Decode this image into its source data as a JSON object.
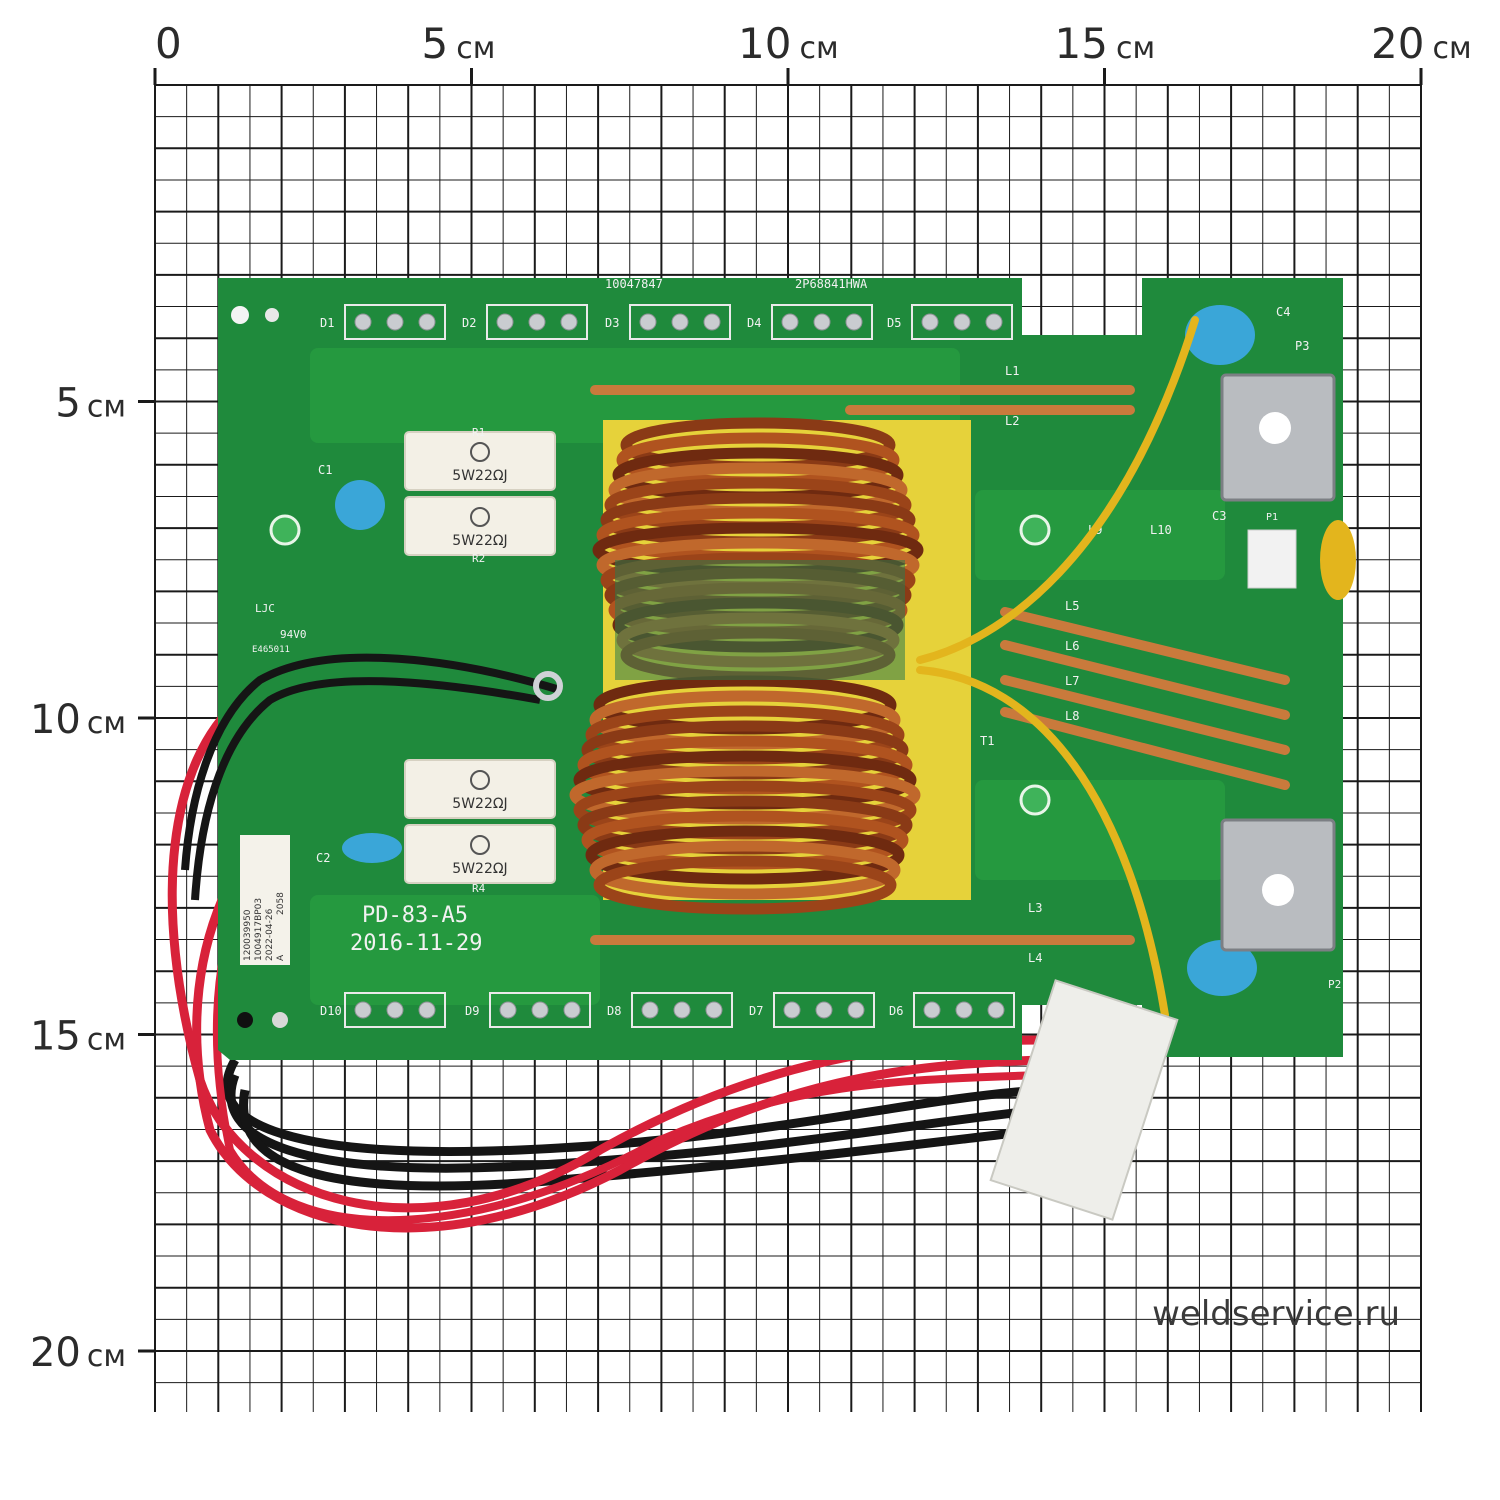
{
  "ruler": {
    "top_labels": [
      {
        "value": "0",
        "unit": ""
      },
      {
        "value": "5",
        "unit": "см"
      },
      {
        "value": "10",
        "unit": "см"
      },
      {
        "value": "15",
        "unit": "см"
      },
      {
        "value": "20",
        "unit": "см"
      }
    ],
    "left_labels": [
      {
        "value": "5",
        "unit": "см"
      },
      {
        "value": "10",
        "unit": "см"
      },
      {
        "value": "15",
        "unit": "см"
      },
      {
        "value": "20",
        "unit": "см"
      }
    ]
  },
  "board": {
    "top_codes": [
      "10047847",
      "2P68841HWA"
    ],
    "model": "PD-83-A5",
    "date": "2016-11-29",
    "diodes_top": [
      "D1",
      "D2",
      "D3",
      "D4",
      "D5"
    ],
    "diodes_bottom": [
      "D10",
      "D9",
      "D8",
      "D7",
      "D6"
    ],
    "inductor_labels": [
      "L1",
      "L2",
      "L3",
      "L4",
      "L5",
      "L6",
      "L7",
      "L8",
      "L9",
      "L10"
    ],
    "capacitor_labels": [
      "C1",
      "C2",
      "C3",
      "C4"
    ],
    "connector_labels": [
      "P1",
      "P2",
      "P3"
    ],
    "other_labels": [
      "T1",
      "R1",
      "R2",
      "R4",
      "94V0",
      "E465011",
      "LJC"
    ],
    "resistor_value": "5W22ΩJ",
    "sticker_lines": [
      "120039950",
      "1004917BP03",
      "2022-04-26",
      "A",
      "2058"
    ]
  },
  "watermark": "weldservice.ru",
  "colors": {
    "pcb": "#1f8a3c",
    "pcb_dark": "#167032",
    "grid": "#1a1a1a",
    "copper": "#b8622a",
    "wire_red": "#d8223a",
    "wire_black": "#151515",
    "wire_yellow": "#e3b51d",
    "cap_blue": "#3aa6d8"
  }
}
